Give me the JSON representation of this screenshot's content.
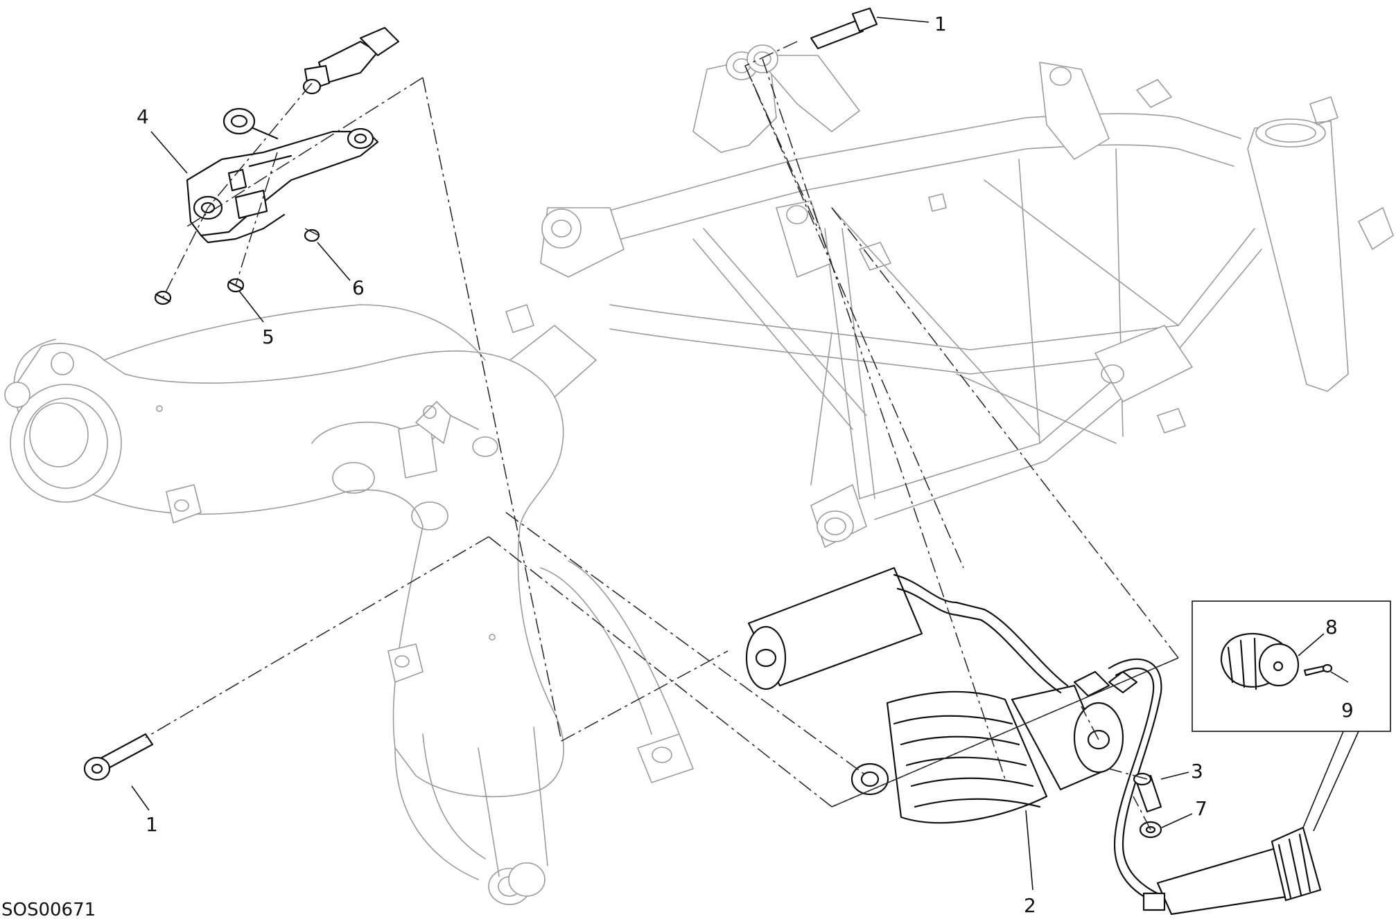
{
  "drawing_code": "SOS00671",
  "callouts": [
    {
      "id": "1-top",
      "text": "1"
    },
    {
      "id": "1-bottom",
      "text": "1"
    },
    {
      "id": "2",
      "text": "2"
    },
    {
      "id": "3",
      "text": "3"
    },
    {
      "id": "4",
      "text": "4"
    },
    {
      "id": "5",
      "text": "5"
    },
    {
      "id": "6",
      "text": "6"
    },
    {
      "id": "7",
      "text": "7"
    },
    {
      "id": "8",
      "text": "8"
    },
    {
      "id": "9",
      "text": "9"
    }
  ]
}
